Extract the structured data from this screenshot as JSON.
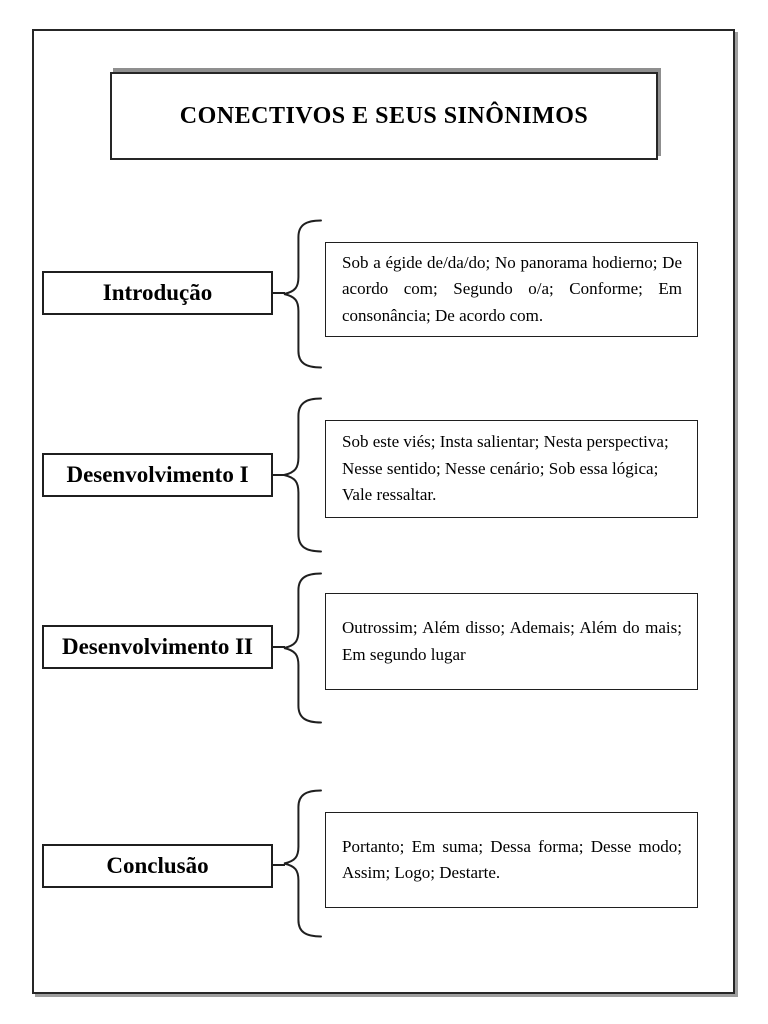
{
  "page": {
    "title": "CONECTIVOS E SEUS SINÔNIMOS"
  },
  "sections": [
    {
      "label": "Introdução",
      "synonyms": "Sob a égide de/da/do; No panorama hodierno; De acordo com; Segundo o/a; Conforme; Em consonância; De acordo com.",
      "align": "justify"
    },
    {
      "label": "Desenvolvimento I",
      "synonyms": "Sob este viés; Insta salientar; Nesta perspectiva; Nesse sentido; Nesse cenário; Sob essa lógica; Vale ressaltar.",
      "align": "left"
    },
    {
      "label": "Desenvolvimento II",
      "synonyms": "Outrossim; Além disso; Ademais; Além do mais; Em segundo lugar",
      "align": "justify"
    },
    {
      "label": "Conclusão",
      "synonyms": "Portanto; Em suma; Dessa forma; Desse modo; Assim; Logo; Destarte.",
      "align": "justify"
    }
  ],
  "colors": {
    "border": "#1f1f1f",
    "shadow": "#9e9e9e",
    "text": "#000000",
    "background": "#ffffff"
  }
}
